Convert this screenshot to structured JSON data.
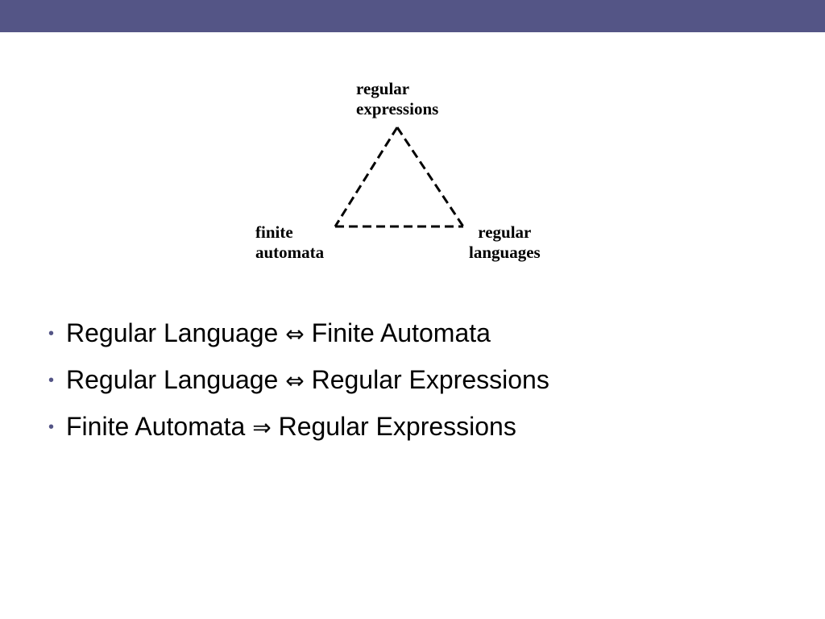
{
  "header": {
    "bar_color": "#545586"
  },
  "diagram": {
    "nodes": {
      "top": {
        "line1": "regular",
        "line2": "expressions"
      },
      "left": {
        "line1": "finite",
        "line2": "automata"
      },
      "right": {
        "line1": "regular",
        "line2": "languages"
      }
    },
    "edge_style": "dashed"
  },
  "bullets": [
    {
      "left": "Regular Language",
      "arrow": "⇔",
      "right": "Finite Automata"
    },
    {
      "left": "Regular Language",
      "arrow": "⇔",
      "right": "Regular Expressions"
    },
    {
      "left": "Finite Automata",
      "arrow": "⇒",
      "right": "Regular Expressions"
    }
  ],
  "bullet_symbol": "•"
}
